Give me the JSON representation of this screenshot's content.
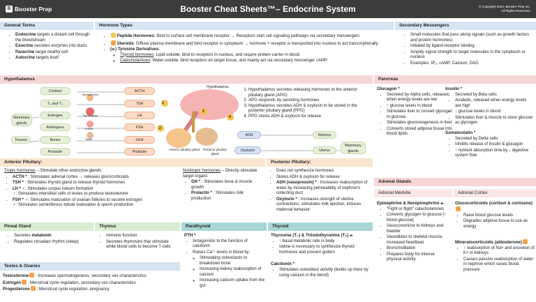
{
  "header": {
    "logo": "Booster Prep",
    "title": "Booster Cheat Sheets™– Endocrine System",
    "copyright": "© Copyright 2024, Booster Prep Inc.",
    "rights": "All Rights Reserved."
  },
  "general_terms": {
    "title": "General Terms",
    "items": [
      {
        "term": "Endocrine",
        "text": " targets a distant cell through the bloodstream"
      },
      {
        "term": "Exocrine",
        "text": " secretes enzymes into ducts"
      },
      {
        "term": "Paracrine",
        "text": " target nearby cell"
      },
      {
        "term": "Autocrine",
        "text": " targets itself"
      }
    ]
  },
  "hormone_types": {
    "title": "Hormone Types",
    "peptide": {
      "label": "Peptide Hormones:",
      "text": " Bind to surface cell membrane receptor → Receptors start cell signaling pathways via secondary messengers"
    },
    "steroid": {
      "label": "Steroids",
      "text": ": Diffuse plasma membrane and bind receptor in cytoplasm → hormone + receptor is transported into nucleus to act transcriptionally"
    },
    "tyrosine": {
      "label": "(⦵) Tyrosine Derivatives:"
    },
    "thyroid": {
      "label": "Thyroid hormones",
      "text": ": Lipid-soluble, bind to receptors in nucleus, and require protein carrier in blood"
    },
    "catechol": {
      "label": "Catecholamines",
      "text": ": Water-soluble, bind receptors on target tissue, and mainly act via secondary messenger cAMP"
    }
  },
  "secondary": {
    "title": "Secondary Messengers",
    "items": [
      "Small molecules that pass along signals (such as growth factors and protein hormones)",
      "Initiated by ligand-receptor binding",
      "Amplify signal strength to target molecules in the cytoplasm or nucleus",
      "Examples: IP₃, cAMP, Calcium, DAG"
    ]
  },
  "hypothalamus": {
    "title": "Hypothalamus",
    "hypo_label": "Hypothalamus",
    "left_pills": [
      "Cortisol",
      "T₃ and T₄",
      "Estrogen",
      "Androgens",
      "Bones",
      "Prolactin"
    ],
    "right_pills": [
      "ACTH",
      "TSH",
      "LH",
      "FSH",
      "hGH",
      "Prolactin"
    ],
    "organ_labels": [
      "Adrenal cortex",
      "Thyroid gland",
      "Ovaries",
      "Testes"
    ],
    "outer": [
      "Mammary glands",
      "Tissues"
    ],
    "markers": [
      "1",
      "2",
      "3",
      "4"
    ],
    "ant": "Anterior pituitary gland",
    "post": "Posterior pituitary gland",
    "steps": [
      "Hypothalamus secretes releasing hormones to the anterior pituitary gland (APG)",
      "APG responds by secreting hormones",
      "Hypothalamus secretes ADH & oxytocin to be stored in the posterior pituitary gland (PPG)",
      "PPG stores ADH & oxytocin for release"
    ],
    "adh": "ADH",
    "oxy": "Oxytocin",
    "kidneys": "Kidneys",
    "uterus": "Uterus",
    "mammary": "Mammary glands"
  },
  "anterior": {
    "title": "Anterior Pituitary:",
    "tropic_h": "Tropic hormones",
    "tropic_t": " – Stimulate other endocrine glands",
    "tropic": [
      {
        "b": "ACTH *",
        "t": " : Stimulates adrenal cortex → releases glucocorticoids"
      },
      {
        "b": "TSH *",
        "t": " : Stimulates thyroid gland to release thyroid hormones"
      },
      {
        "b": "LH * ♀",
        "t": ": Stimulates corpus luteum formation"
      },
      {
        "b": "♂",
        "t": ": Stimulates interstitial cells of testes to produce testosterone"
      },
      {
        "b": "FSH * ♀",
        "t": ": Stimulates maturation of ovarian follicles to secrete estrogen"
      },
      {
        "b": "♂",
        "t": ": Stimulates seminiferous tubule maturation & sperm production"
      }
    ],
    "nontropic_h": "Nontropic hormones",
    "nontropic_t": " – Directly stimulate target organs",
    "nontropic": [
      {
        "b": "GH *",
        "t": " : Stimulates bone & muscle growth"
      },
      {
        "b": "Prolactin *",
        "t": " : Stimulates milk production"
      }
    ]
  },
  "posterior": {
    "title": "Posterior Pituitary:",
    "items": [
      {
        "b": "",
        "t": "Does not synthesize hormones"
      },
      {
        "b": "",
        "t": "Stores ADH & oxytocin for release"
      },
      {
        "b": "ADH (vasopressin) *",
        "t": " : Increases reabsorption of water by increasing permeability of nephron's collecting duct"
      },
      {
        "b": "Oxytocin *",
        "t": " : Increases strength of uterine contractions; stimulates milk ejection; induces maternal behavior"
      }
    ]
  },
  "pancreas": {
    "title": "Pancreas",
    "glucagon": {
      "title": "Glucagon *",
      "items": [
        "Secreted by Alpha cells, released when energy levels are low",
        "↑ glucose levels in blood",
        "Stimulates liver to convert glycogen to glucose",
        "Stimulates gluconeogenesis in liver",
        "Converts stored adipose tissue into blood lipids"
      ]
    },
    "insulin": {
      "title": "Insulin *",
      "items": [
        "Secreted by Beta cells",
        "Anabolic, released when energy levels are high",
        "↓ glucose levels in blood",
        "Stimulates liver & muscle to store glucose as glycogen"
      ]
    },
    "somato": {
      "title": "Somatostatin *",
      "items": [
        "Secreted by Delta cells",
        "Inhibits release of insulin & glucagon",
        "↑ nutrient absorption time by ↓ digestive system flow"
      ]
    }
  },
  "adrenal": {
    "title": "Adrenal Glands",
    "medulla": "Adrenal Medulla",
    "cortex": "Adrenal Cortex",
    "epi": {
      "title": "Epinephrine & Norepinephrine ⦵",
      "items": [
        "\"Fight or flight\" catecholamines",
        "Converts glycogen to glucose [↑ blood glucose]",
        "Vasoconstrictor to kidneys and bladder",
        "Vasodilator to skeletal muscle, increased heartbeat",
        "Bronchodilation",
        "Prepares body for intense physical activity"
      ]
    },
    "gluco": {
      "title": "Glucocorticoids (cortisol & cortisone)",
      "items": [
        "Raise blood glucose levels",
        "Degrades adipose tissue to use as energy"
      ]
    },
    "mineral": {
      "title": "Mineralocorticoids (aldosterone)",
      "items": [
        "↑ reabsorption of Na+ and excretion of K+ in kidneys",
        "Causes passive reabsorption of water in nephron which raises blood pressure"
      ]
    }
  },
  "pineal": {
    "title": "Pineal Gland",
    "items": [
      {
        "b": "",
        "t": "Secretes "
      },
      {
        "b": "",
        "t": "Regulates circadian rhythm (sleep)"
      }
    ],
    "melatonin": "melatonin"
  },
  "thymus": {
    "title": "Thymus",
    "items": [
      "Immune function",
      "Secretes thymosins that stimulate white blood cells to become T-cells"
    ]
  },
  "parathyroid": {
    "title": "Parathyroid",
    "pth": "PTH *",
    "items": [
      "Antagonistic to the function of calcitonin",
      "Raises Ca²⁺ levels in blood by:"
    ],
    "sub": [
      "Stimulating osteoclasts to breakdown bone",
      "Increasing kidney reabsorption of calcium",
      "Increasing calcium uptake from the gut"
    ]
  },
  "thyroid": {
    "title": "Thyroid",
    "t3t4": "Thyroxine (T₄) & Triiodothyronine (T₃) ⦵",
    "items": [
      "↑ basal metabolic rate in body",
      "Iodine is necessary to synthesize thyroid hormones and prevent goiters"
    ],
    "calc": "Calcitonin *",
    "calc_items": [
      "Stimulates osteoblast activity (builds up bone by using calcium in the blood)"
    ]
  },
  "testes": {
    "title": "Testes & Ovaries",
    "lines": [
      {
        "b": "Testosterone",
        "t": " : Increases spermatogenesis, secondary sex characteristics"
      },
      {
        "b": "Estrogen",
        "t": " : Menstrual cycle regulation, secondary sex characteristics"
      },
      {
        "b": "Progesterone",
        "t": " : Menstrual cycle regulation, pregnancy"
      }
    ]
  }
}
